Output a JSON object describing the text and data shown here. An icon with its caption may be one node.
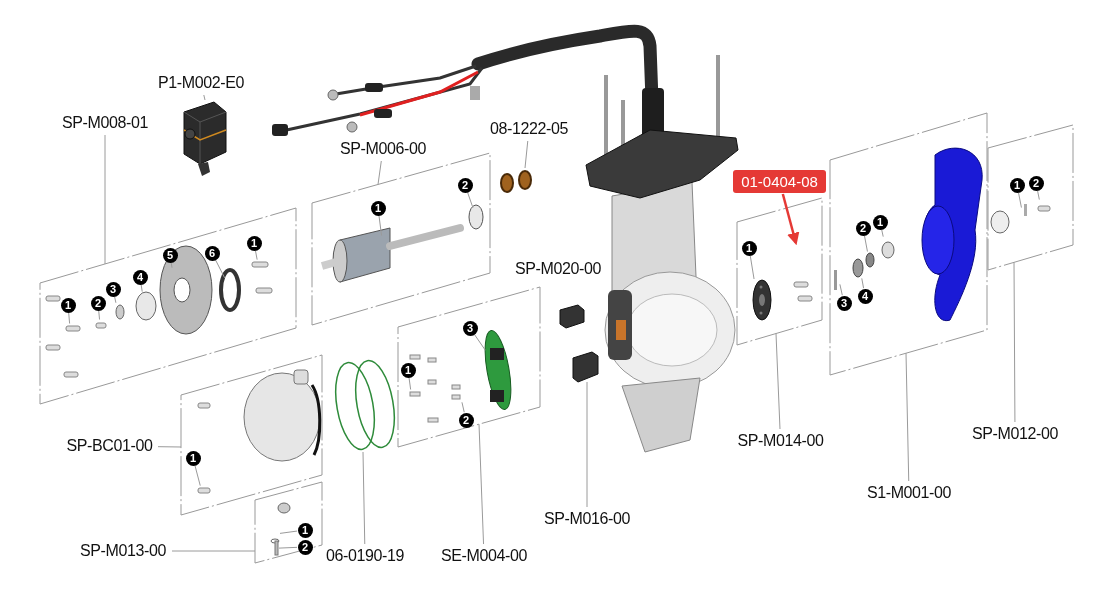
{
  "diagram": {
    "nodes": [
      {
        "text": [
          "P1-M002-E0"
        ]
      },
      {
        "text": [],
        "shape": "picture"
      },
      {
        "text": [
          "SP-M008-01"
        ]
      },
      {
        "text": [],
        "shape": "box"
      },
      {
        "text": [
          "1"
        ],
        "in": 3
      },
      {
        "text": [
          "2"
        ],
        "in": 3
      },
      {
        "text": [
          "3"
        ],
        "in": 3
      },
      {
        "text": [
          "4"
        ],
        "in": 3
      },
      {
        "text": [
          "5"
        ],
        "in": 3
      },
      {
        "text": [
          "6"
        ],
        "in": 3
      },
      {
        "text": [
          "1"
        ],
        "in": 3
      },
      {
        "text": [
          "SP-M006-00"
        ]
      },
      {
        "text": [],
        "shape": "box"
      },
      {
        "text": [
          "1"
        ],
        "in": 12
      },
      {
        "text": [
          "2"
        ],
        "in": 12
      },
      {
        "text": [
          "08-1222-05"
        ]
      },
      {
        "text": [],
        "shape": "picture"
      },
      {
        "text": [
          "01-0404-08"
        ]
      },
      {
        "text": [],
        "shape": "box"
      },
      {
        "text": [
          "1"
        ],
        "in": 18
      },
      {
        "text": [
          "SP-BC01-00"
        ]
      },
      {
        "text": [],
        "shape": "box"
      },
      {
        "text": [
          "1"
        ],
        "in": 21
      },
      {
        "text": [
          "2"
        ],
        "in": 21
      },
      {
        "text": [
          "SP-M013-00"
        ]
      },
      {
        "text": [],
        "shape": "circle"
      },
      {
        "text": [
          "06-0190-19"
        ]
      },
      {
        "text": [],
        "shape": "box"
      },
      {
        "text": [
          "3"
        ],
        "in": 27
      },
      {
        "text": [
          "1"
        ],
        "in": 27
      },
      {
        "text": [
          "2"
        ],
        "in": 27
      },
      {
        "text": [
          "SE-M004-00"
        ]
      },
      {
        "text": [],
        "shape": "picture"
      },
      {
        "text": [
          "SP-M016-00"
        ]
      },
      {
        "text": [],
        "shape": "box"
      },
      {
        "text": [
          "1"
        ],
        "in": 34
      },
      {
        "text": [
          "SP-M014-00"
        ]
      },
      {
        "text": [],
        "shape": "box"
      },
      {
        "text": [
          "2"
        ],
        "in": 37
      },
      {
        "text": [
          "1"
        ],
        "in": 37
      },
      {
        "text": [
          "3"
        ],
        "in": 37
      },
      {
        "text": [
          "4"
        ],
        "in": 37
      },
      {
        "text": [
          "S1-M001-00"
        ]
      },
      {
        "text": [],
        "shape": "box"
      },
      {
        "text": [
          "1"
        ],
        "in": 43
      },
      {
        "text": [
          "2"
        ],
        "in": 43
      },
      {
        "text": [
          "SP-M012-00"
        ]
      },
      {
        "text": [],
        "shape": "circle",
        "in": 34
      },
      {
        "text": [],
        "shape": "circle",
        "in": 21
      },
      {
        "text": [],
        "shape": "bar",
        "in": 21
      }
    ],
    "edges": [
      {
        "from": 0,
        "to": 1,
        "arrow": "none"
      },
      {
        "from": 2,
        "to": 3,
        "arrow": "none"
      },
      {
        "from": 4,
        "to": null,
        "arrow": "none"
      },
      {
        "from": 5,
        "to": null,
        "arrow": "none"
      },
      {
        "from": 6,
        "to": null,
        "arrow": "none"
      },
      {
        "from": 7,
        "to": null,
        "arrow": "none"
      },
      {
        "from": 8,
        "to": null,
        "arrow": "none"
      },
      {
        "from": 9,
        "to": null,
        "arrow": "none"
      },
      {
        "from": 10,
        "to": null,
        "arrow": "none"
      },
      {
        "from": 11,
        "to": 12,
        "arrow": "none"
      },
      {
        "from": 13,
        "to": null,
        "arrow": "none"
      },
      {
        "from": 14,
        "to": null,
        "arrow": "none"
      },
      {
        "from": 15,
        "to": 16,
        "arrow": "none"
      },
      {
        "from": 17,
        "to": 34,
        "arrow": "to",
        "color": "#e53935"
      },
      {
        "from": 19,
        "to": null,
        "arrow": "none"
      },
      {
        "from": 20,
        "to": 18,
        "arrow": "none"
      },
      {
        "from": 22,
        "to": 48,
        "arrow": "none"
      },
      {
        "from": 23,
        "to": 49,
        "arrow": "none"
      },
      {
        "from": 24,
        "to": 21,
        "arrow": "none"
      },
      {
        "from": 26,
        "to": 25,
        "arrow": "none"
      },
      {
        "from": 28,
        "to": null,
        "arrow": "none"
      },
      {
        "from": 29,
        "to": null,
        "arrow": "none"
      },
      {
        "from": 30,
        "to": null,
        "arrow": "none"
      },
      {
        "from": 31,
        "to": 27,
        "arrow": "none"
      },
      {
        "from": 33,
        "to": 32,
        "arrow": "none"
      },
      {
        "from": 35,
        "to": 47,
        "arrow": "none"
      },
      {
        "from": 36,
        "to": 34,
        "arrow": "none"
      },
      {
        "from": 38,
        "to": null,
        "arrow": "none"
      },
      {
        "from": 39,
        "to": null,
        "arrow": "none"
      },
      {
        "from": 40,
        "to": null,
        "arrow": "none"
      },
      {
        "from": 41,
        "to": null,
        "arrow": "none"
      },
      {
        "from": 42,
        "to": 37,
        "arrow": "none"
      },
      {
        "from": 44,
        "to": null,
        "arrow": "none"
      },
      {
        "from": 45,
        "to": null,
        "arrow": "none"
      },
      {
        "from": 46,
        "to": 43,
        "arrow": "none"
      }
    ],
    "labels": [
      "SP-M020-00"
    ]
  }
}
